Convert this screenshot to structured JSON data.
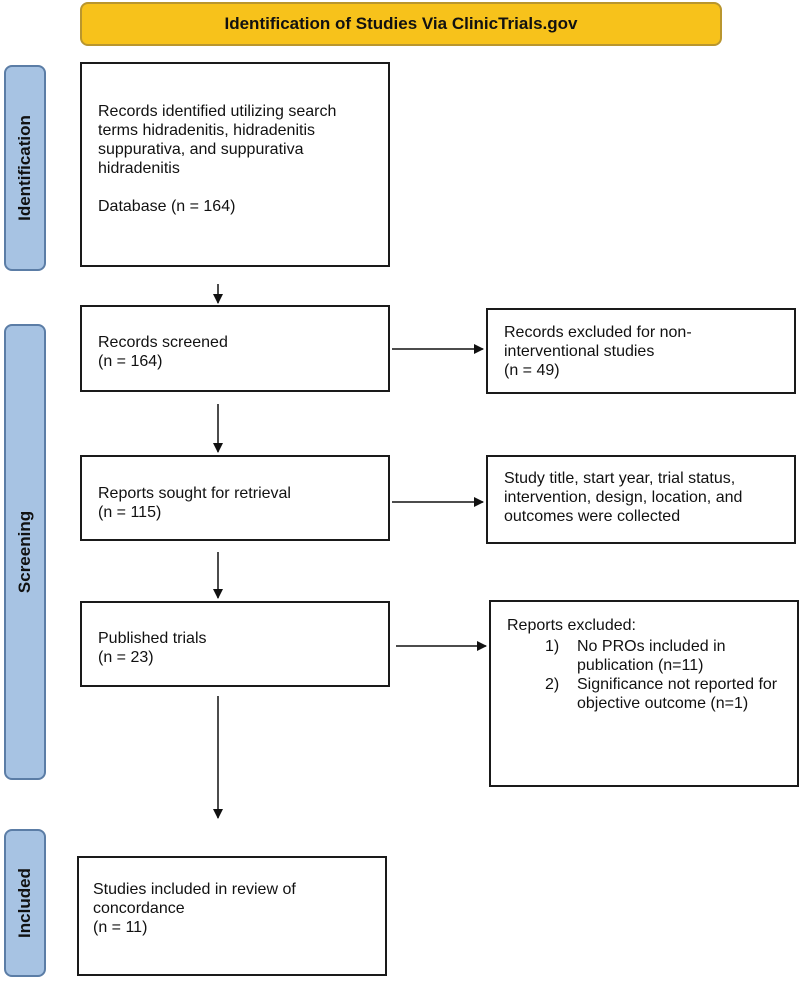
{
  "header": {
    "title": "Identification of Studies Via ClinicTrials.gov"
  },
  "stages": {
    "identification": "Identification",
    "screening": "Screening",
    "included": "Included"
  },
  "boxes": {
    "records_identified": {
      "text": "Records identified utilizing search terms hidradenitis, hidradenitis suppurativa, and suppurativa hidradenitis",
      "count": "Database (n = 164)"
    },
    "records_screened": {
      "label": "Records screened",
      "count": "(n = 164)"
    },
    "records_excluded": {
      "label": "Records excluded for non-interventional studies",
      "count": "(n = 49)"
    },
    "reports_sought": {
      "label": "Reports sought for retrieval",
      "count": "(n = 115)"
    },
    "data_collected": {
      "text": "Study title, start year, trial status, intervention, design, location, and outcomes were collected"
    },
    "published_trials": {
      "label": "Published trials",
      "count": "(n = 23)"
    },
    "reports_excluded": {
      "title": "Reports excluded:",
      "items": [
        {
          "num": "1)",
          "text": "No PROs included in publication (n=11)"
        },
        {
          "num": "2)",
          "text": "Significance not reported for objective outcome (n=1)"
        }
      ]
    },
    "studies_included": {
      "label": "Studies included in review of concordance",
      "count": "(n = 11)"
    }
  }
}
